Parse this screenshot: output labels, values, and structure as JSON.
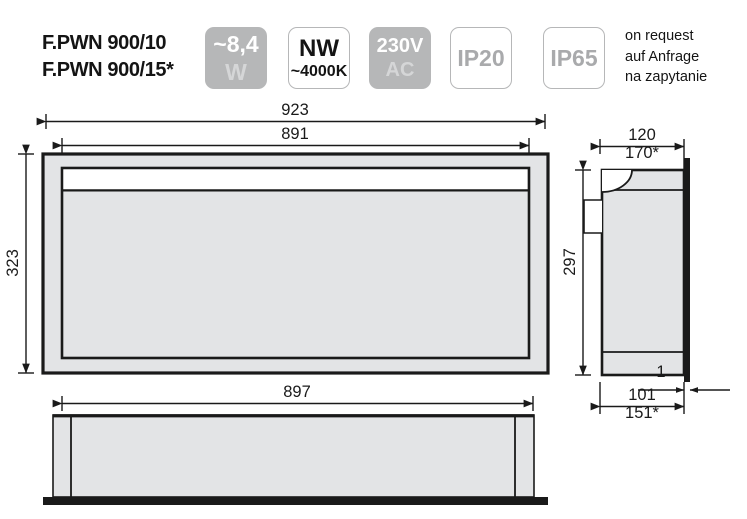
{
  "product": {
    "name_line_1": "F.PWN 900/10",
    "name_line_2": "F.PWN 900/15*"
  },
  "badges": [
    {
      "id": "power",
      "line1": "~8,4",
      "line2": "W",
      "style": "gray",
      "bg": "#b6b7b8",
      "fg": "#ffffff"
    },
    {
      "id": "cct",
      "line1": "NW",
      "line2": "~4000K",
      "style": "outline",
      "bg": "#ffffff",
      "fg": "#141414"
    },
    {
      "id": "voltage",
      "line1": "230V",
      "line2": "AC",
      "style": "gray",
      "bg": "#b6b7b8",
      "fg": "#ffffff"
    },
    {
      "id": "ip20",
      "line1": "IP20",
      "line2": "",
      "style": "outline",
      "bg": "#ffffff",
      "fg": "#a9aaac"
    },
    {
      "id": "ip65",
      "line1": "IP65",
      "line2": "",
      "style": "outline",
      "bg": "#ffffff",
      "fg": "#a9aaac"
    }
  ],
  "request_note": {
    "line_1": "on request",
    "line_2": "auf Anfrage",
    "line_3": "na zapytanie"
  },
  "drawing": {
    "front_view": {
      "dim_outer_width": "923",
      "dim_inner_width": "891",
      "dim_height": "323"
    },
    "side_view": {
      "dim_depth": "120",
      "dim_depth_alt": "170*",
      "dim_height": "297",
      "dim_plate_thickness": "1",
      "dim_base": "101",
      "dim_base_alt": "151*"
    },
    "bottom_view": {
      "dim_width": "897"
    }
  },
  "colors": {
    "body_fill": "#e3e4e6",
    "stroke": "#1a1a1a",
    "badge_gray": "#b6b7b8",
    "badge_outline": "#b6b7b8",
    "ip_text": "#a9aaac",
    "white": "#ffffff"
  }
}
